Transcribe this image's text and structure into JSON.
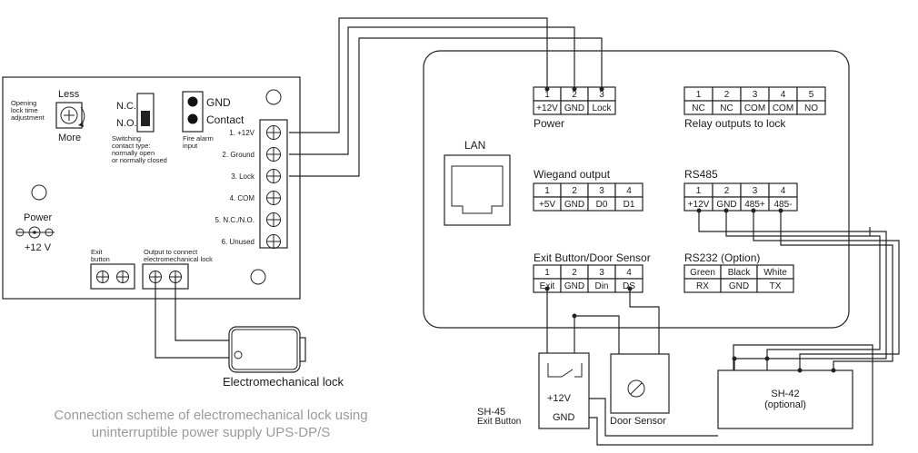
{
  "ups_board": {
    "lock_time_label": "Opening lock time adjustment",
    "less": "Less",
    "more": "More",
    "nc": "N.C.",
    "no": "N.O.",
    "switch_desc": [
      "Switching",
      "contact type:",
      "normally open",
      "or normally closed"
    ],
    "gnd": "GND",
    "contact": "Contact",
    "fire_alarm": [
      "Fire alarm",
      "input"
    ],
    "terminals": [
      "1. +12V",
      "2. Ground",
      "3. Lock",
      "4. COM",
      "5. N.C./N.O.",
      "6. Unused"
    ],
    "power": "Power",
    "power_voltage": "+12 V",
    "exit_button": [
      "Exit",
      "button"
    ],
    "output_lock": [
      "Output to connect",
      "electromechanical lock"
    ]
  },
  "lock_label": "Electromechanical lock",
  "caption": [
    "Connection scheme of electromechanical lock using",
    "uninterruptible power supply UPS-DP/S"
  ],
  "controller": {
    "lan": "LAN",
    "power": {
      "title": "Power",
      "nums": [
        "1",
        "2",
        "3"
      ],
      "labels": [
        "+12V",
        "GND",
        "Lock"
      ]
    },
    "relay": {
      "title": "Relay outputs to lock",
      "nums": [
        "1",
        "2",
        "3",
        "4",
        "5"
      ],
      "labels": [
        "NC",
        "NC",
        "COM",
        "COM",
        "NO"
      ]
    },
    "wiegand": {
      "title": "Wiegand output",
      "nums": [
        "1",
        "2",
        "3",
        "4"
      ],
      "labels": [
        "+5V",
        "GND",
        "D0",
        "D1"
      ]
    },
    "rs485": {
      "title": "RS485",
      "nums": [
        "1",
        "2",
        "3",
        "4"
      ],
      "labels": [
        "+12V",
        "GND",
        "485+",
        "485-"
      ]
    },
    "exit": {
      "title": "Exit Button/Door Sensor",
      "nums": [
        "1",
        "2",
        "3",
        "4"
      ],
      "labels": [
        "Exit",
        "GND",
        "Din",
        "DS"
      ]
    },
    "rs232": {
      "title": "RS232 (Option)",
      "top": [
        "Green",
        "Black",
        "White"
      ],
      "bottom": [
        "RX",
        "GND",
        "TX"
      ]
    }
  },
  "sh45": {
    "name": "SH-45",
    "sub": "Exit Button",
    "v12": "+12V",
    "gnd": "GND"
  },
  "door_sensor": "Door Sensor",
  "sh42": {
    "name": "SH-42",
    "sub": "(optional)"
  }
}
